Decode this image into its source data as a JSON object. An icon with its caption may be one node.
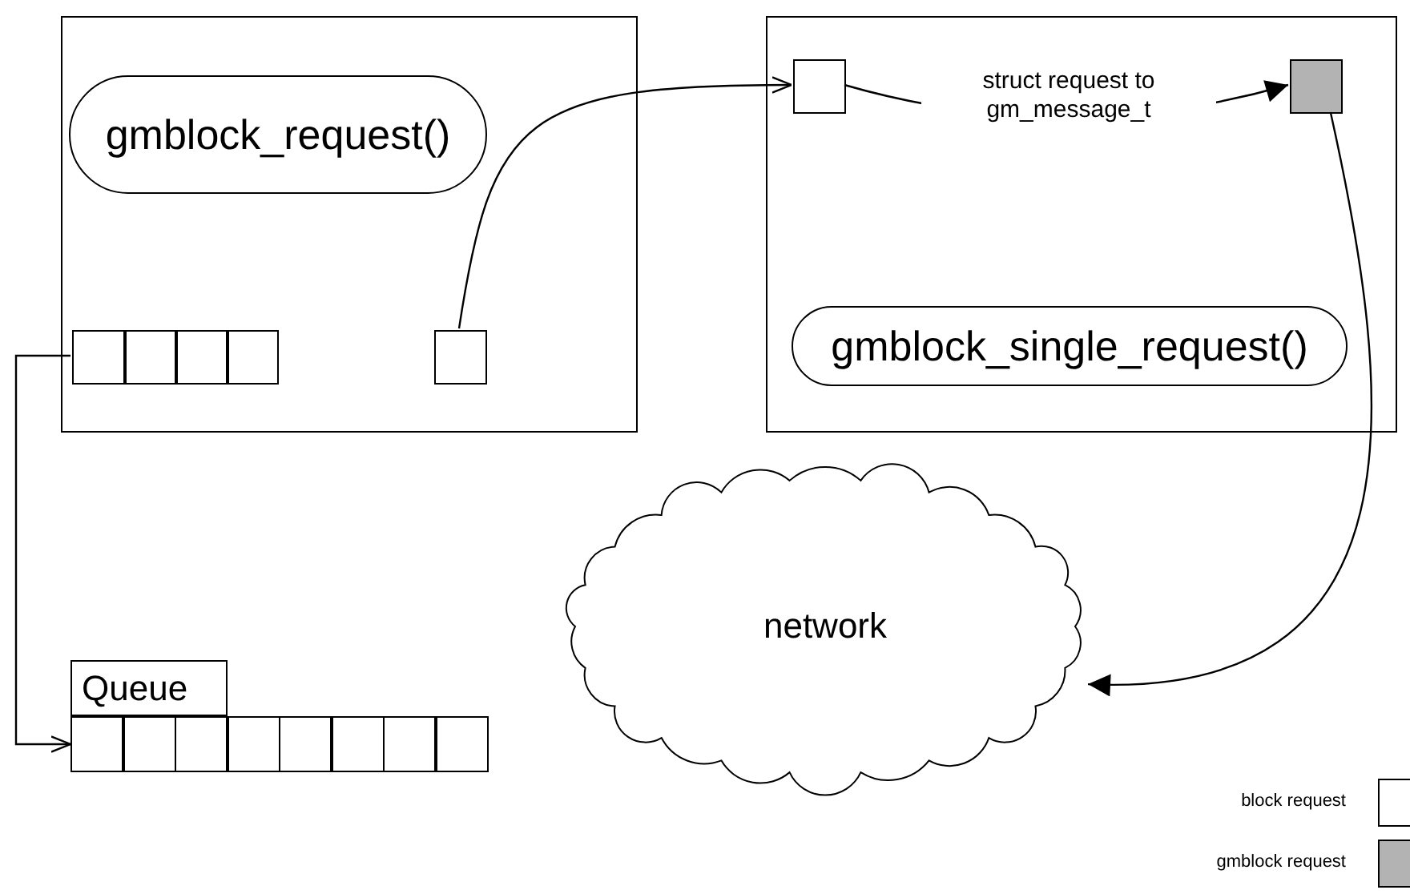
{
  "diagram": {
    "nodes": [
      {
        "text": [],
        "shape": "box"
      },
      {
        "text": [
          "gmblock_request()"
        ],
        "in": 0
      },
      {
        "text": [],
        "shape": "box",
        "in": 0
      },
      {
        "text": [],
        "shape": "box",
        "in": 0
      },
      {
        "text": [],
        "shape": "box",
        "in": 0
      },
      {
        "text": [],
        "shape": "box",
        "in": 0
      },
      {
        "text": [],
        "shape": "box",
        "in": 0
      },
      {
        "text": [],
        "shape": "box"
      },
      {
        "text": [],
        "shape": "box",
        "in": 7
      },
      {
        "text": [],
        "shape": "box",
        "in": 7
      },
      {
        "text": [
          "gmblock_single_request()"
        ],
        "in": 7
      },
      {
        "text": [
          "network"
        ]
      },
      {
        "text": [
          "Queue"
        ]
      },
      {
        "text": [],
        "shape": "box"
      },
      {
        "text": [],
        "shape": "box"
      },
      {
        "text": [],
        "shape": "box"
      },
      {
        "text": [],
        "shape": "box"
      },
      {
        "text": [],
        "shape": "box"
      },
      {
        "text": [],
        "shape": "box"
      },
      {
        "text": [],
        "shape": "box"
      },
      {
        "text": [],
        "shape": "box"
      }
    ],
    "edges": [
      {
        "from": 2,
        "to": 13,
        "arrow": "to"
      },
      {
        "from": 6,
        "to": 8,
        "arrow": "to"
      },
      {
        "from": 8,
        "to": 9,
        "arrow": "to",
        "label": "struct request to gm_message_t"
      },
      {
        "from": 9,
        "to": 11,
        "arrow": "to"
      }
    ],
    "legend": [
      {
        "text": "block request",
        "color": "#ffffff"
      },
      {
        "text": "gmblock request",
        "color": "#b3b3b3"
      }
    ]
  }
}
